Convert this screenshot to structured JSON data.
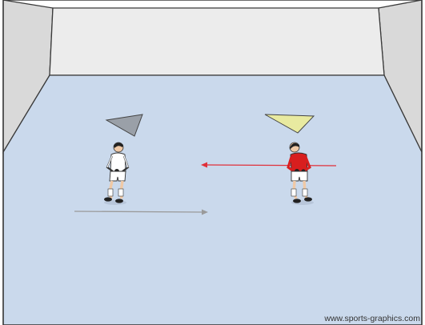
{
  "diagram": {
    "credit": "www.sports-graphics.com",
    "colors": {
      "floor": "#cad9ec",
      "wall_side": "#d9d9d9",
      "wall_front": "#ececec",
      "outline": "#3a3a3a",
      "player_left_shirt": "#ffffff",
      "player_right_shirt": "#d81e1e",
      "marker_left": "#9aa0a8",
      "marker_right": "#e8eaa0",
      "arrow_red": "#e0303a",
      "arrow_grey": "#9a9a9a"
    },
    "players": [
      {
        "id": "left",
        "kit": "white",
        "marker": "grey-cone-icon"
      },
      {
        "id": "right",
        "kit": "red",
        "marker": "yellow-cone-icon"
      }
    ],
    "arrows": [
      {
        "id": "red-arrow",
        "direction": "left"
      },
      {
        "id": "grey-arrow",
        "direction": "right"
      }
    ]
  }
}
